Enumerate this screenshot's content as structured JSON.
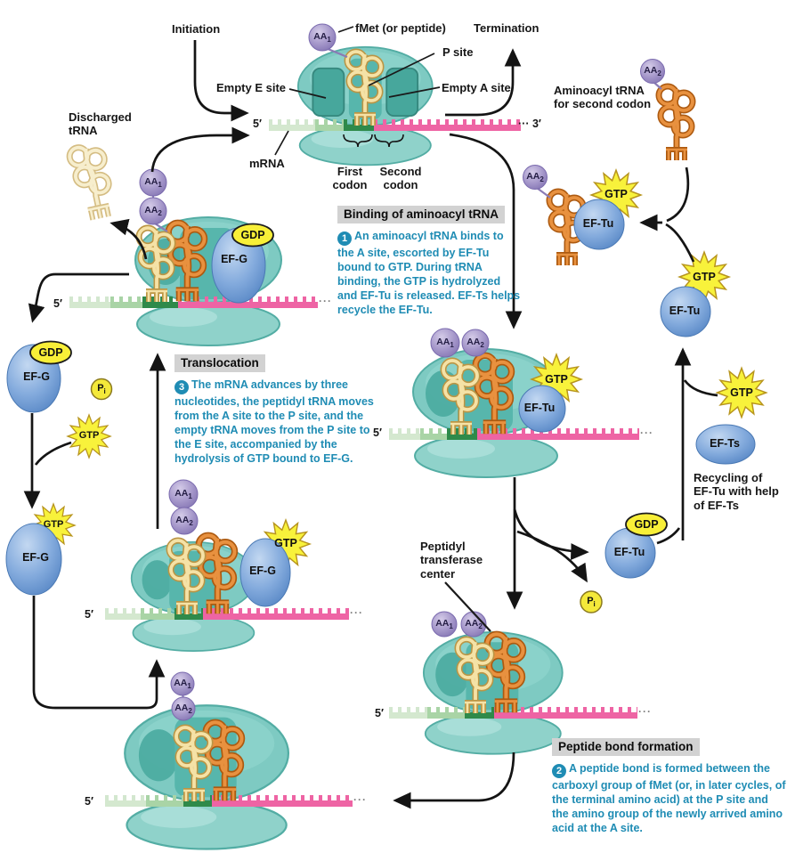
{
  "title": "Translation elongation cycle diagram",
  "labels": {
    "initiation": "Initiation",
    "fmet": "fMet (or peptide)",
    "termination": "Termination",
    "p_site": "P site",
    "empty_e_site": "Empty E site",
    "empty_a_site": "Empty A site",
    "mrna": "mRNA",
    "first_codon_l1": "First",
    "first_codon_l2": "codon",
    "second_codon_l1": "Second",
    "second_codon_l2": "codon",
    "aminoacyl_l1": "Aminoacyl tRNA",
    "aminoacyl_l2": "for second codon",
    "discharged_l1": "Discharged",
    "discharged_l2": "tRNA",
    "recycling_l1": "Recycling of",
    "recycling_l2": "EF-Tu with help",
    "recycling_l3": "of EF-Ts",
    "peptidyl_l1": "Peptidyl",
    "peptidyl_l2": "transferase",
    "peptidyl_l3": "center",
    "five_prime": "5′",
    "three_prime": "3′",
    "ellipsis": "···"
  },
  "molecules": {
    "gtp": "GTP",
    "gdp": "GDP",
    "ef_tu": "EF-Tu",
    "ef_g": "EF-G",
    "ef_ts": "EF-Ts",
    "aa_base": "AA",
    "aa1_sub": "1",
    "aa2_sub": "2",
    "pi_base": "P",
    "pi_sub": "i"
  },
  "steps": {
    "binding": {
      "title": "Binding of aminoacyl tRNA",
      "num": "1",
      "text": "An aminoacyl tRNA binds to the A site, escorted by EF-Tu bound to GTP. During tRNA binding, the GTP is hydrolyzed and EF-Tu is released. EF-Ts helps recycle the EF-Tu."
    },
    "peptide": {
      "title": "Peptide bond formation",
      "num": "2",
      "text": "A peptide bond is formed between the carboxyl group of fMet (or, in later cycles, of the terminal amino acid) at the P site and the amino group of the newly arrived amino acid at the A site."
    },
    "translocation": {
      "title": "Translocation",
      "num": "3",
      "text": "The mRNA advances by three nucleotides, the peptidyl tRNA moves from the A site to the P site, and the empty tRNA moves from the P site to the E site, accompanied by the hydrolysis of GTP bound to EF-G."
    }
  },
  "colors": {
    "step_text": "#1f8cb4",
    "header_bg": "#d2d2d2",
    "ribosome_teal": "#7ecac2",
    "ribosome_slot": "#47a79c",
    "mrna_pink": "#ee64a4",
    "mrna_green_dark": "#2f8a4a",
    "mrna_green_light": "#cfe5ca",
    "trna_yellow": "#f5e2a6",
    "trna_orange": "#e8913f",
    "gtp_yellow": "#f8f23b",
    "protein_blue": "#6d9bd4",
    "aa_purple": "#9c8dc2"
  }
}
